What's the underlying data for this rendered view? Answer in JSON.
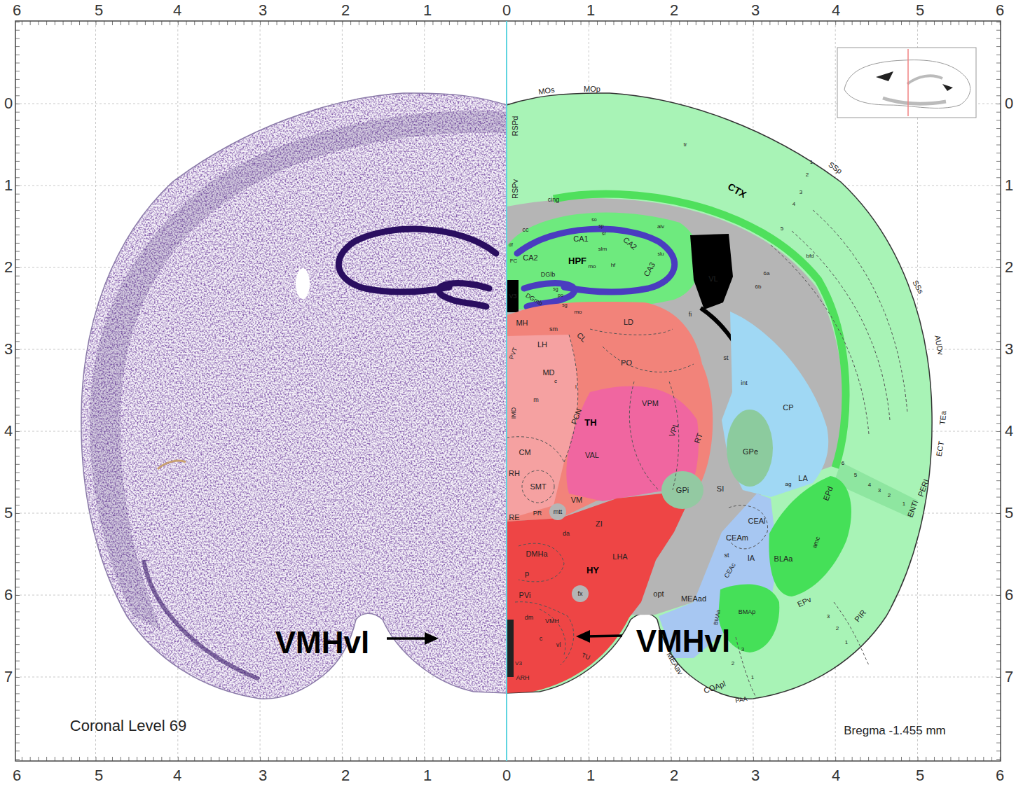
{
  "diagram": {
    "labels": [
      "6",
      "5",
      "4",
      "3",
      "2",
      "1",
      "0",
      "1",
      "2",
      "3",
      "4",
      "5",
      "6",
      "6",
      "5",
      "4",
      "3",
      "2",
      "1",
      "0",
      "1",
      "2",
      "3",
      "4",
      "5",
      "6",
      "0",
      "1",
      "2",
      "3",
      "4",
      "5",
      "6",
      "7",
      "0",
      "1",
      "2",
      "3",
      "4",
      "5",
      "6",
      "7",
      "Coronal Level 69",
      "Bregma -1.455 mm",
      "VMHvl",
      "VMHvl",
      "MOs",
      "MOp",
      "RSPd",
      "RSPv",
      "SSp",
      "CTX",
      "tr",
      "1",
      "2",
      "3",
      "4",
      "5",
      "6a",
      "6b",
      "bfd",
      "cing",
      "cc",
      "alv",
      "so",
      "sp",
      "sr",
      "slm",
      "CA1",
      "CA2",
      "CA2",
      "HPF",
      "hf",
      "mo",
      "CA3",
      "slu",
      "FC",
      "df",
      "DGlb",
      "sg",
      "po",
      "DGmb",
      "sg",
      "mo",
      "V3",
      "VL",
      "fi",
      "LD",
      "MH",
      "sm",
      "LH",
      "CL",
      "PVT",
      "PO",
      "st",
      "int",
      "MD",
      "c",
      "l",
      "m",
      "PCN",
      "IMD",
      "TH",
      "VPM",
      "VPL",
      "RT",
      "CP",
      "GPe",
      "CM",
      "VAL",
      "RH",
      "SMT",
      "VM",
      "GPi",
      "SI",
      "RE",
      "PR",
      "mtt",
      "da",
      "ZI",
      "LA",
      "EPd",
      "ag",
      "CEAl",
      "CEAm",
      "st",
      "IA",
      "CEAc",
      "BLAa",
      "amc",
      "LHA",
      "HY",
      "DMHa",
      "p",
      "fx",
      "opt",
      "PVi",
      "MEAad",
      "EPv",
      "BMAp",
      "BMAa",
      "dm",
      "VMH",
      "c",
      "vl",
      "TU",
      "V3",
      "ARH",
      "MEAav",
      "COApl",
      "PAA",
      "PIR",
      "SSs",
      "AUDv",
      "TEa",
      "ECT",
      "PERI",
      "ENTl",
      "6",
      "5",
      "4",
      "3",
      "2",
      "1",
      "3",
      "2",
      "1",
      "3",
      "2",
      "1"
    ]
  }
}
